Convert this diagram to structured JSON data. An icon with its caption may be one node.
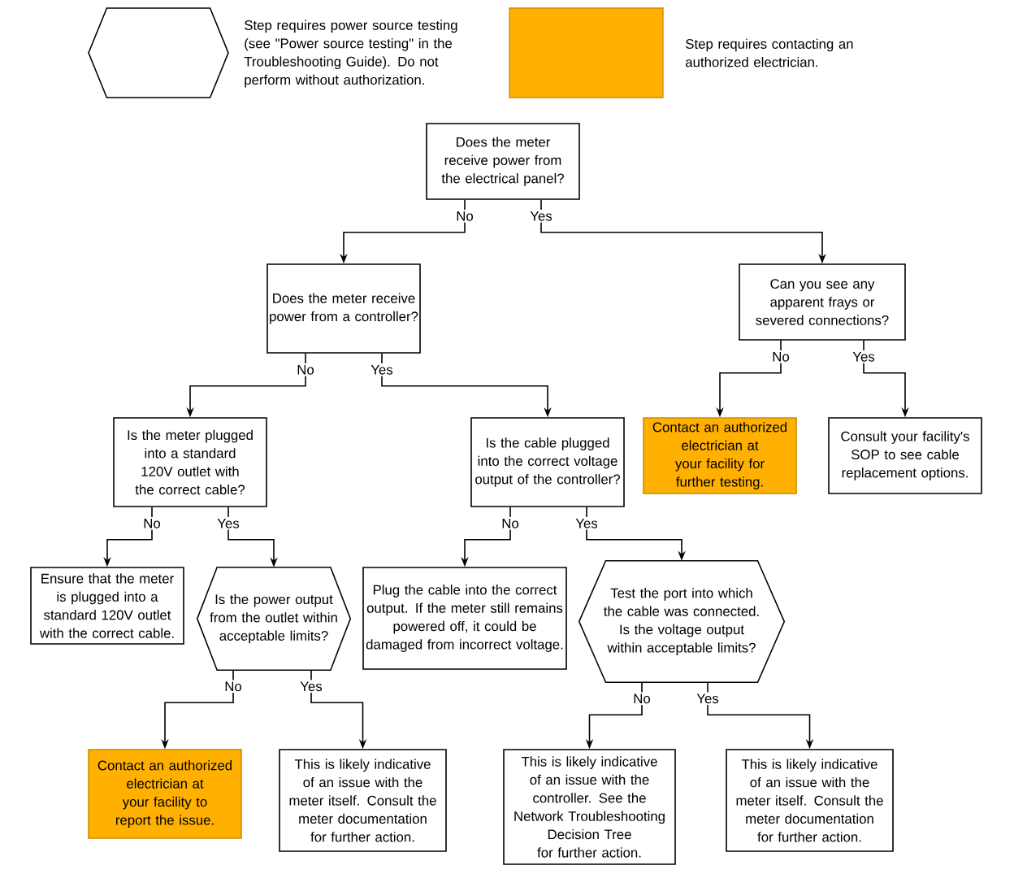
{
  "diagram": {
    "nodes": [
      {
        "text": [
          "Does the meter receive power from the electrical panel?"
        ]
      },
      {
        "text": [
          "Does the meter receive power from a controller?"
        ]
      },
      {
        "text": [
          "Can you see any apparent frays or severed connections?"
        ]
      },
      {
        "text": [
          "Is the meter plugged into a standard 120V outlet with the correct cable?"
        ]
      },
      {
        "text": [
          "Is the cable plugged into the correct voltage output of the controller?"
        ]
      },
      {
        "text": [
          "Contact an authorized electrician at your facility for further testing."
        ]
      },
      {
        "text": [
          "Consult your facility's SOP to see cable replacement options."
        ]
      },
      {
        "text": [
          "Ensure that the meter is plugged into a standard 120V outlet with the correct cable."
        ]
      },
      {
        "text": [
          "Is the power output from the outlet within acceptable limits?"
        ]
      },
      {
        "text": [
          "Plug the cable into the correct output. If the meter still remains powered off, it could be damaged from incorrect voltage."
        ]
      },
      {
        "text": [
          "Test the port into which the cable was connected. Is the voltage output within acceptable limits?"
        ]
      },
      {
        "text": [
          "Contact an authorized electrician at your facility to report the issue."
        ]
      },
      {
        "text": [
          "This is likely indicative of an issue with the meter itself. Consult the meter documentation for further action."
        ]
      },
      {
        "text": [
          "This is likely indicative of an issue with the controller. See the Network Troubleshooting Decision Tree for further action."
        ]
      },
      {
        "text": [
          "This is likely indicative of an issue with the meter itself. Consult the meter documentation for further action."
        ]
      }
    ],
    "edges": [
      {
        "from": 0,
        "to": 1,
        "arrow": "to",
        "label": "No"
      },
      {
        "from": 0,
        "to": 2,
        "arrow": "to",
        "label": "Yes"
      },
      {
        "from": 1,
        "to": 3,
        "arrow": "to",
        "label": "No"
      },
      {
        "from": 1,
        "to": 4,
        "arrow": "to",
        "label": "Yes"
      },
      {
        "from": 2,
        "to": 5,
        "arrow": "to",
        "label": "No"
      },
      {
        "from": 2,
        "to": 6,
        "arrow": "to",
        "label": "Yes"
      },
      {
        "from": 3,
        "to": 7,
        "arrow": "to",
        "label": "No"
      },
      {
        "from": 3,
        "to": 8,
        "arrow": "to",
        "label": "Yes"
      },
      {
        "from": 4,
        "to": 9,
        "arrow": "to",
        "label": "No"
      },
      {
        "from": 4,
        "to": 10,
        "arrow": "to",
        "label": "Yes"
      },
      {
        "from": 8,
        "to": 11,
        "arrow": "to",
        "label": "No"
      },
      {
        "from": 8,
        "to": 12,
        "arrow": "to",
        "label": "Yes"
      },
      {
        "from": 10,
        "to": 13,
        "arrow": "to",
        "label": "No"
      },
      {
        "from": 10,
        "to": 14,
        "arrow": "to",
        "label": "Yes"
      }
    ],
    "legend": [
      {
        "text": "Step requires power source testing (see \"Power source testing\" in the Troubleshooting Guide). Do not perform without authorization."
      },
      {
        "text": "Step requires contacting an authorized electrician.",
        "color": "#ffb000"
      }
    ]
  }
}
